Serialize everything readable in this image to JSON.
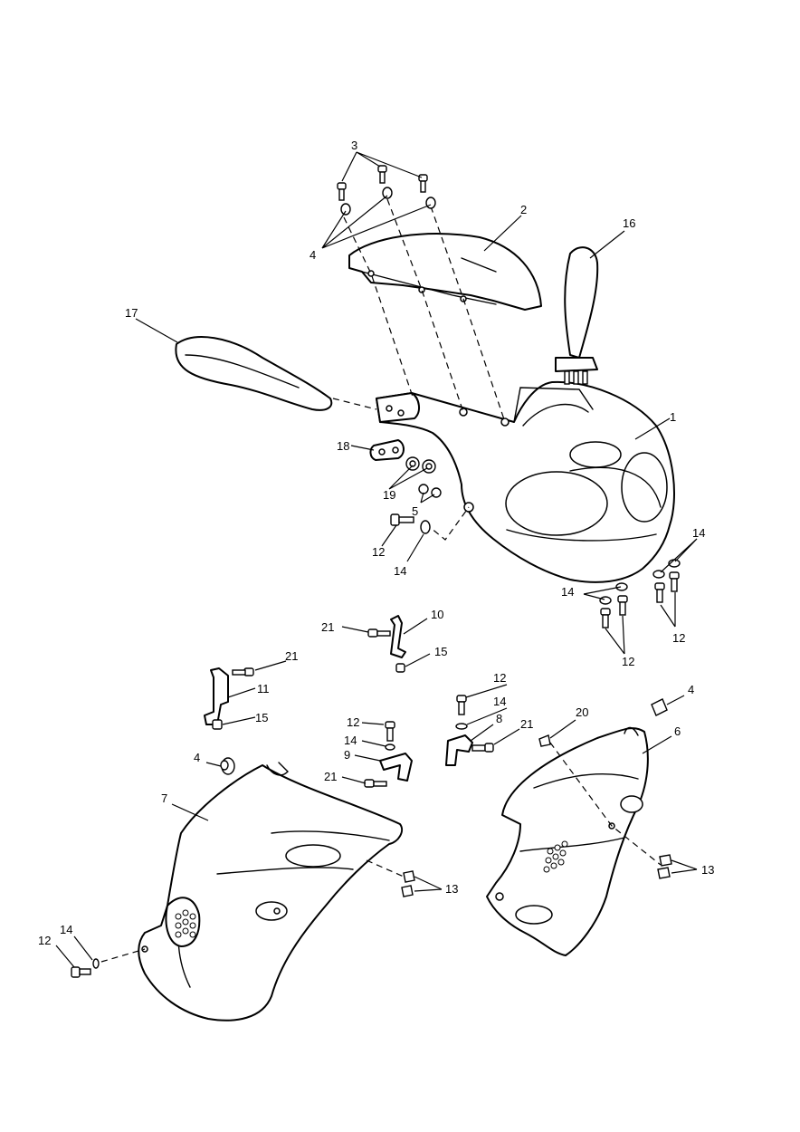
{
  "callouts": [
    {
      "id": "c3",
      "text": "3"
    },
    {
      "id": "c4a",
      "text": "4"
    },
    {
      "id": "c2",
      "text": "2"
    },
    {
      "id": "c16",
      "text": "16"
    },
    {
      "id": "c17",
      "text": "17"
    },
    {
      "id": "c1",
      "text": "1"
    },
    {
      "id": "c18",
      "text": "18"
    },
    {
      "id": "c19",
      "text": "19"
    },
    {
      "id": "c5",
      "text": "5"
    },
    {
      "id": "c12a",
      "text": "12"
    },
    {
      "id": "c14a",
      "text": "14"
    },
    {
      "id": "c14b",
      "text": "14"
    },
    {
      "id": "c14c",
      "text": "14"
    },
    {
      "id": "c12b",
      "text": "12"
    },
    {
      "id": "c12c",
      "text": "12"
    },
    {
      "id": "c21a",
      "text": "21"
    },
    {
      "id": "c10",
      "text": "10"
    },
    {
      "id": "c15a",
      "text": "15"
    },
    {
      "id": "c21b",
      "text": "21"
    },
    {
      "id": "c11",
      "text": "11"
    },
    {
      "id": "c15b",
      "text": "15"
    },
    {
      "id": "c12d",
      "text": "12"
    },
    {
      "id": "c14d",
      "text": "14"
    },
    {
      "id": "c8",
      "text": "8"
    },
    {
      "id": "c21c",
      "text": "21"
    },
    {
      "id": "c12e",
      "text": "12"
    },
    {
      "id": "c14e",
      "text": "14"
    },
    {
      "id": "c9",
      "text": "9"
    },
    {
      "id": "c21d",
      "text": "21"
    },
    {
      "id": "c20",
      "text": "20"
    },
    {
      "id": "c4b",
      "text": "4"
    },
    {
      "id": "c6",
      "text": "6"
    },
    {
      "id": "c4c",
      "text": "4"
    },
    {
      "id": "c7",
      "text": "7"
    },
    {
      "id": "c13a",
      "text": "13"
    },
    {
      "id": "c13b",
      "text": "13"
    },
    {
      "id": "c12f",
      "text": "12"
    },
    {
      "id": "c14f",
      "text": "14"
    }
  ]
}
